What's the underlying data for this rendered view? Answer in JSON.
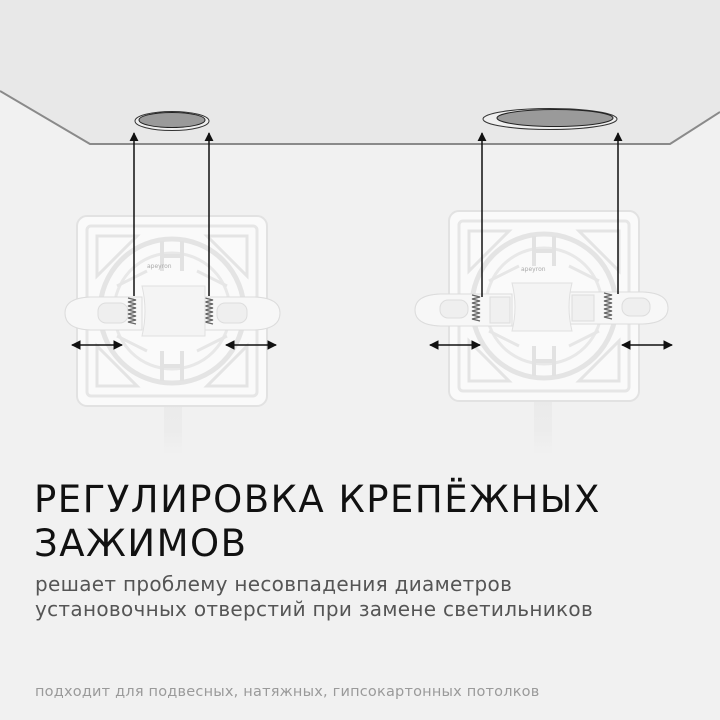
{
  "headline": {
    "line1": "РЕГУЛИРОВКА КРЕПЁЖНЫХ",
    "line2": "ЗАЖИМОВ"
  },
  "subtitle": {
    "line1": "решает проблему несовпадения диаметров",
    "line2": "установочных отверстий при замене светильников"
  },
  "footer": {
    "text": "подходит для подвесных, натяжных, гипсокартонных потолков"
  },
  "illustration": {
    "brand_label": "apeyron",
    "left_fixture": {
      "hole": "small",
      "clips": "retracted"
    },
    "right_fixture": {
      "hole": "large",
      "clips": "extended"
    }
  },
  "colors": {
    "background": "#f1f1f1",
    "ceiling": "#e8e8e8",
    "ceiling_edge": "#8a8a8a",
    "hole_fill": "#9a9a9a",
    "panel": "#fafafa",
    "arrow": "#111111",
    "headline": "#111111",
    "subtitle": "#555555",
    "footer": "#9a9a9a"
  }
}
